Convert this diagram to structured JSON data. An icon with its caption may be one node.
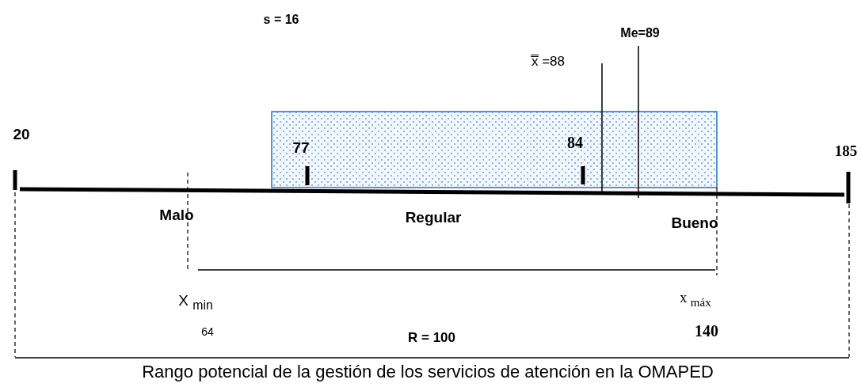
{
  "diagram": {
    "caption": "Rango potencial de la gestión de los servicios de atención en la OMAPED",
    "labels": [
      "s = 16",
      "Me=89",
      "x̿ =88",
      "20",
      "77",
      "84",
      "185",
      "Malo",
      "Regular",
      "Bueno",
      "X $_{min}$",
      "x $_{máx}$",
      "64",
      "R = 100",
      "140"
    ]
  }
}
